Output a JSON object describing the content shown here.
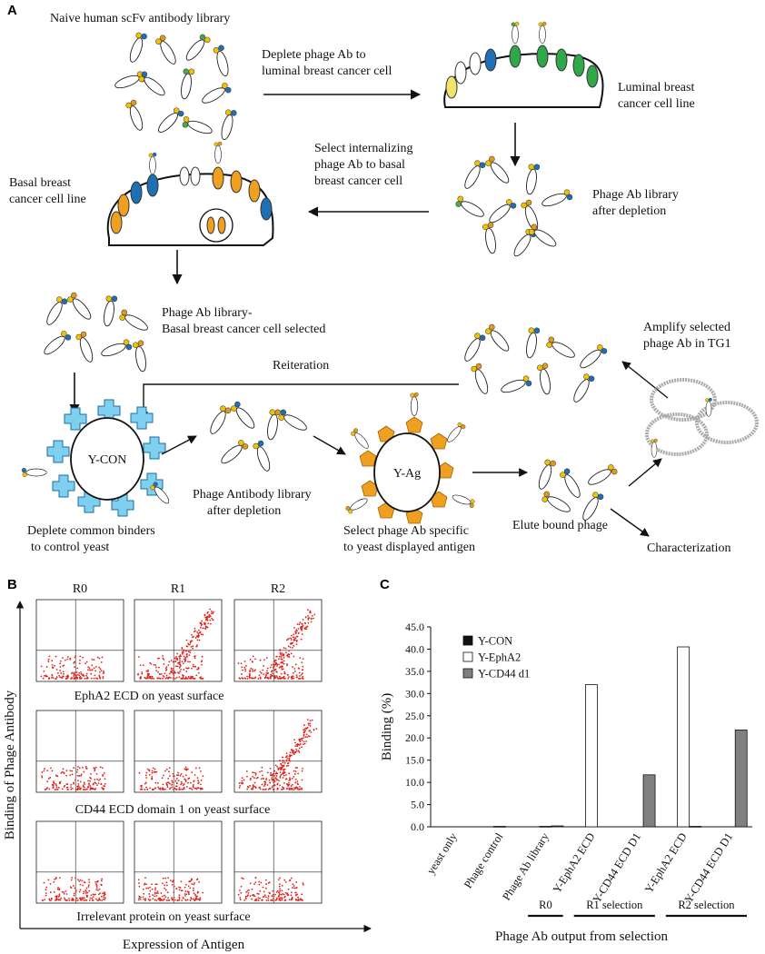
{
  "panel_a": {
    "letter": "A",
    "naive_library": "Naive human scFv antibody library",
    "deplete_line1": "Deplete  phage Ab to",
    "deplete_line2": "luminal breast cancer cell",
    "luminal_line1": "Luminal breast",
    "luminal_line2": "cancer cell line",
    "select_line1": "Select internalizing",
    "select_line2": "phage Ab to basal",
    "select_line3": "breast cancer cell",
    "basal_line1": "Basal breast",
    "basal_line2": "cancer cell line",
    "after_depletion_line1": "Phage Ab library",
    "after_depletion_line2": "after depletion",
    "basal_selected_line1": "Phage Ab library-",
    "basal_selected_line2": "Basal breast cancer cell selected",
    "reiteration": "Reiteration",
    "amplify_line1": "Amplify selected",
    "amplify_line2": "phage Ab in TG1",
    "ycon": "Y-CON",
    "yag": "Y-Ag",
    "phage_antibody_line1": "Phage Antibody library",
    "phage_antibody_line2": "after depletion",
    "deplete_common_line1": "Deplete common binders",
    "deplete_common_line2": "to control yeast",
    "select_specific_line1": "Select phage Ab specific",
    "select_specific_line2": "to yeast displayed antigen",
    "elute": "Elute bound phage",
    "characterization": "Characterization"
  },
  "panel_b": {
    "letter": "B",
    "columns": [
      "R0",
      "R1",
      "R2"
    ],
    "row_labels": [
      "EphA2 ECD on yeast surface",
      "CD44 ECD domain 1 on yeast surface",
      "Irrelevant protein on yeast surface"
    ],
    "y_axis": "Binding of Phage Antibody",
    "x_axis": "Expression of Antigen"
  },
  "panel_c": {
    "letter": "C",
    "x_axis": "Phage Ab output from selection",
    "groups": [
      "R0",
      "R1 selection",
      "R2 selection"
    ]
  },
  "chart_data": {
    "type": "bar",
    "ylabel": "Binding (%)",
    "ylim": [
      0,
      45
    ],
    "yticks": [
      "0.0",
      "5.0",
      "10.0",
      "15.0",
      "20.0",
      "25.0",
      "30.0",
      "35.0",
      "40.0",
      "45.0"
    ],
    "categories": [
      "yeast only",
      "Phage control",
      "Phage Ab library",
      "Y-EphA2 ECD",
      "Y-CD44 ECD D1",
      "Y-EphA2 ECD",
      "Y-CD44 ECD D1"
    ],
    "series": [
      {
        "name": "Y-CON",
        "color": "#111111",
        "values": [
          0,
          0,
          0,
          0,
          0,
          0,
          0
        ]
      },
      {
        "name": "Y-EphA2",
        "color": "#ffffff",
        "values": [
          0,
          0.1,
          0.1,
          32,
          0,
          40.5,
          0
        ]
      },
      {
        "name": "Y-CD44 d1",
        "color": "#808080",
        "values": [
          0,
          0,
          0.2,
          0,
          11.7,
          0.1,
          21.8
        ]
      }
    ]
  }
}
